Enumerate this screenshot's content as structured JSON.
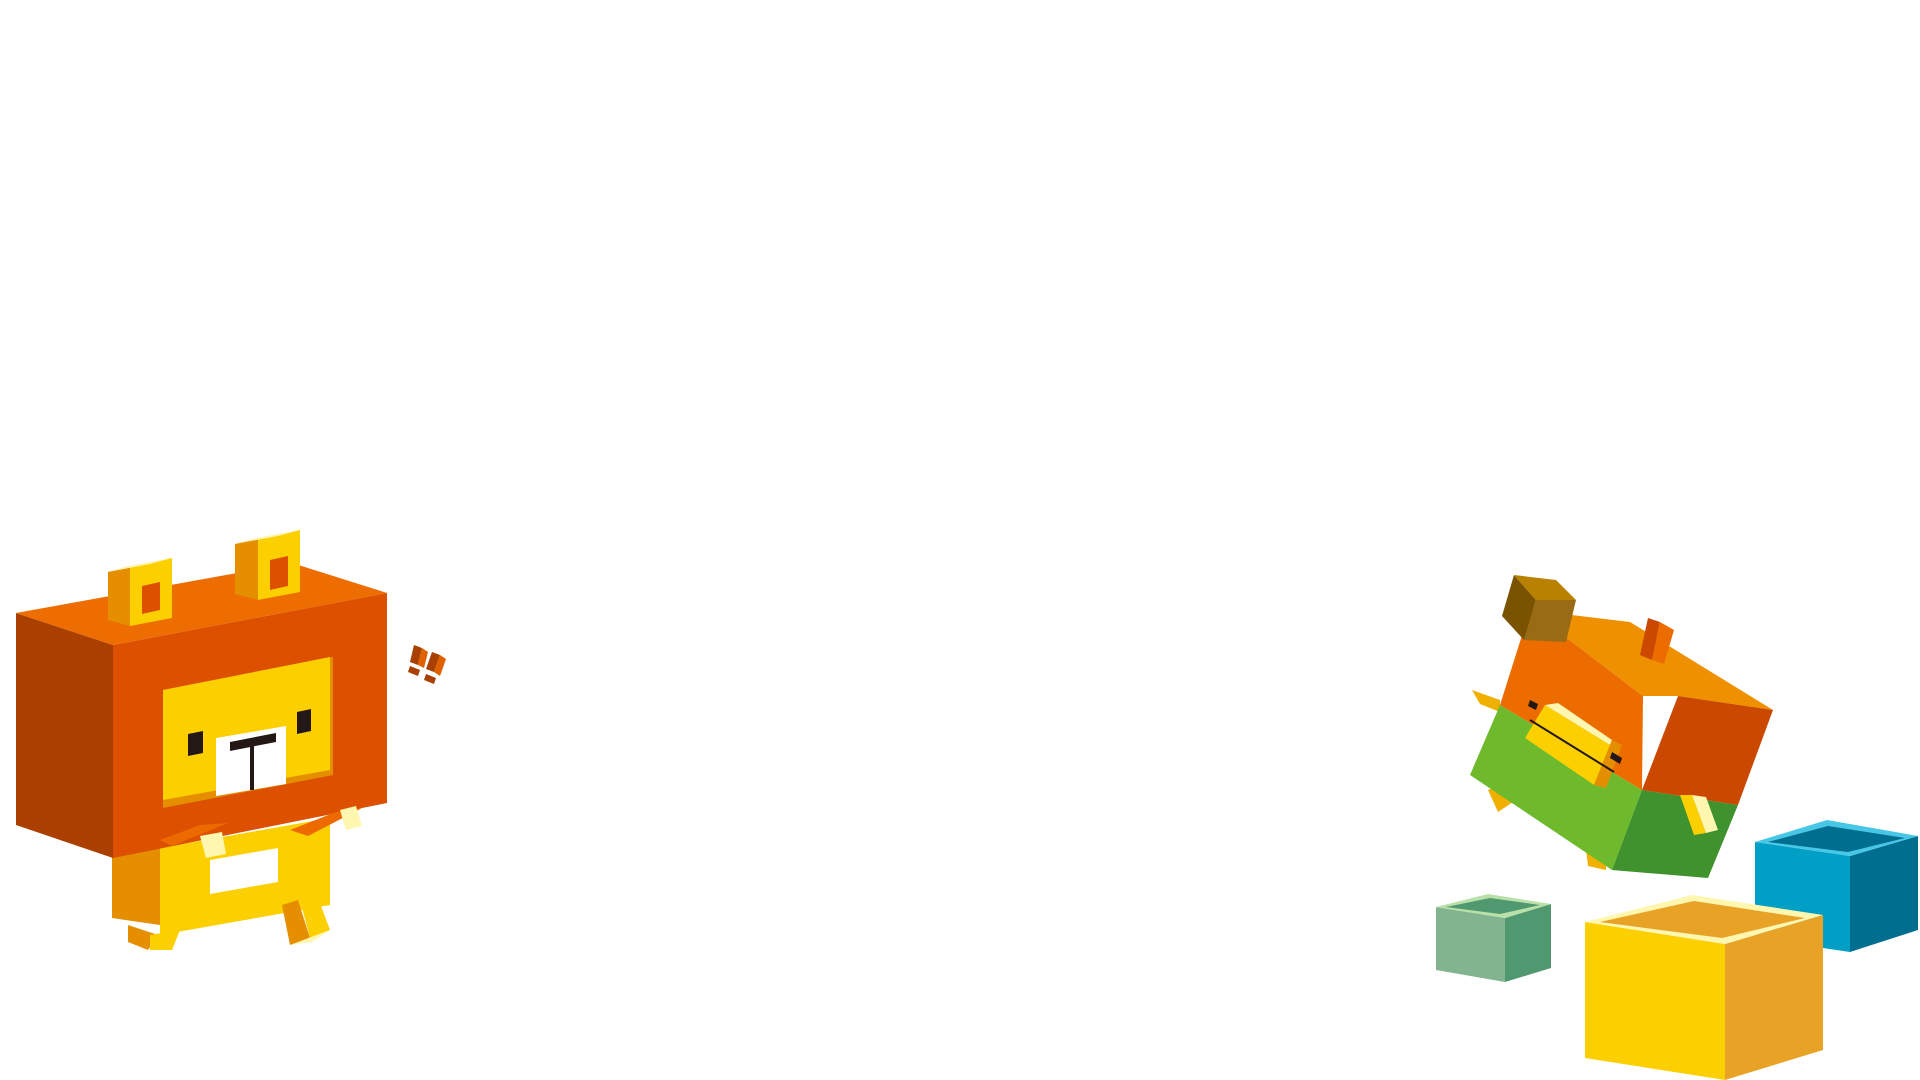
{
  "scene": {
    "background": "#ffffff",
    "characters": [
      {
        "name": "surprised-lion",
        "icon": "lion-block-character-icon",
        "mood": "surprised",
        "mane": "#dc5000",
        "face": "#fcd000"
      },
      {
        "name": "tumbling-lion",
        "icon": "lion-block-character-icon",
        "mood": "tumbling",
        "mane": "#ec6c00",
        "body": "#6fb92c"
      }
    ],
    "marks": {
      "exclamation": "!!",
      "color": "#a84000"
    },
    "blocks": [
      {
        "name": "green-block",
        "color": "#82b58f"
      },
      {
        "name": "yellow-block",
        "color": "#fcd000"
      },
      {
        "name": "blue-block",
        "color": "#009fc6"
      }
    ]
  }
}
